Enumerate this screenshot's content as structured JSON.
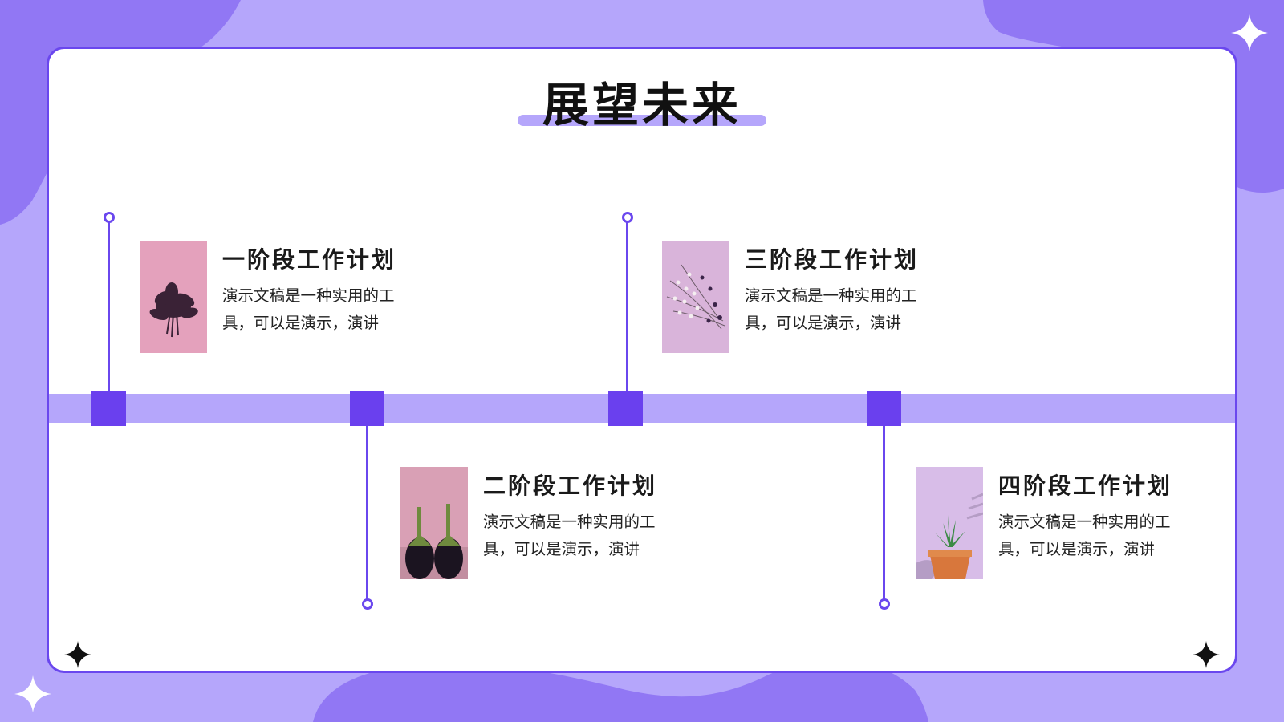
{
  "slide": {
    "title": "展望未来"
  },
  "colors": {
    "background": "#b5a6fb",
    "blob": "#9177f4",
    "accent": "#6a40ee",
    "band": "#b5a6fb",
    "card": "#ffffff"
  },
  "steps": [
    {
      "title": "一阶段工作计划",
      "desc": "演示文稿是一种实用的工具，可以是演示，演讲",
      "image": "dark-leaves-on-pink-photo"
    },
    {
      "title": "二阶段工作计划",
      "desc": "演示文稿是一种实用的工具，可以是演示，演讲",
      "image": "eggplants-on-pink-photo"
    },
    {
      "title": "三阶段工作计划",
      "desc": "演示文稿是一种实用的工具，可以是演示，演讲",
      "image": "dried-flowers-on-lilac-photo"
    },
    {
      "title": "四阶段工作计划",
      "desc": "演示文稿是一种实用的工具，可以是演示，演讲",
      "image": "succulent-pot-on-lilac-photo"
    }
  ],
  "decorations": [
    "white-sparkle-icon",
    "black-sparkle-icon"
  ]
}
